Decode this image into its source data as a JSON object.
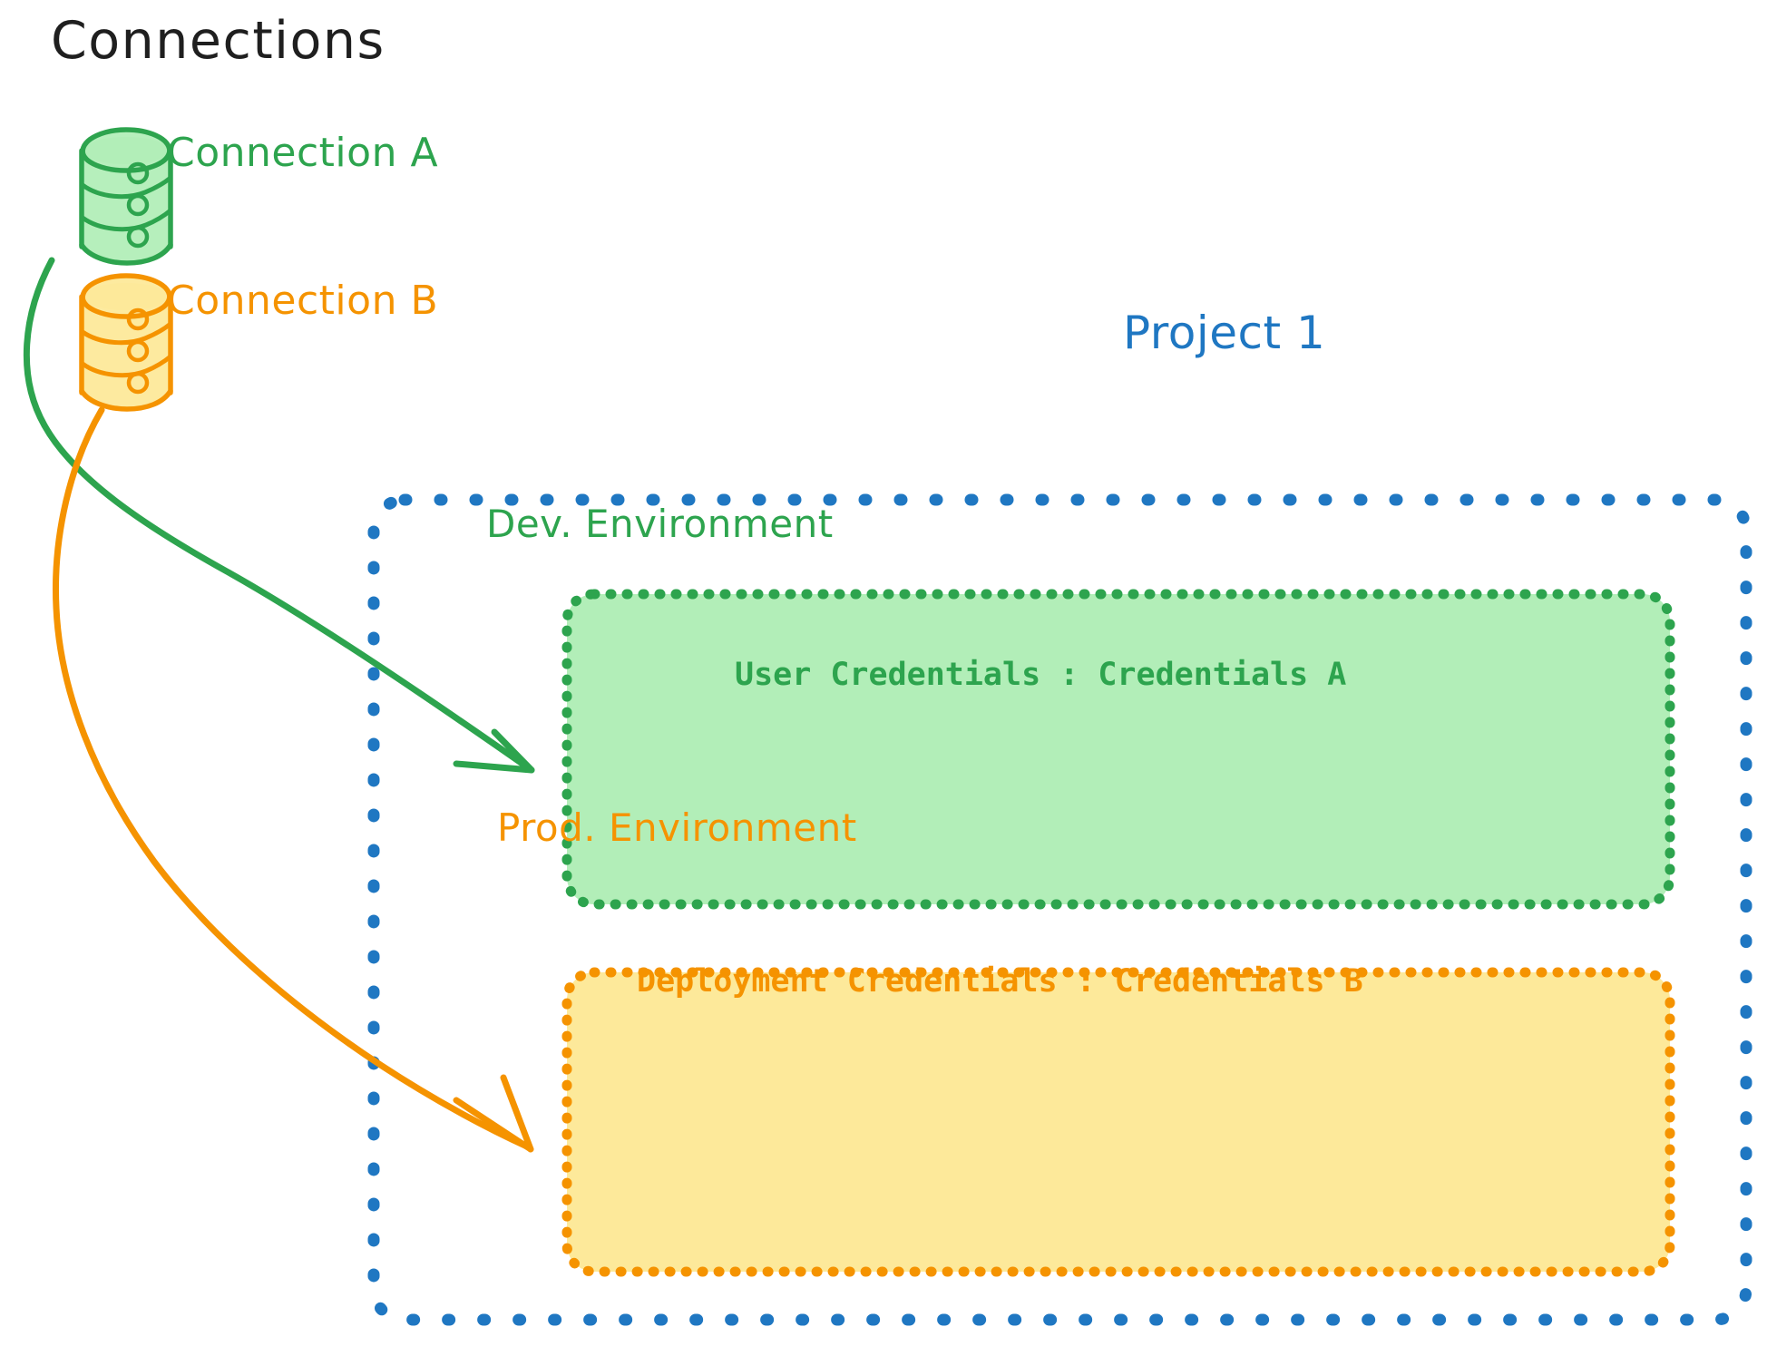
{
  "diagram": {
    "type": "architecture-diagram",
    "title": "Connections",
    "background": "#ffffff"
  },
  "connections": {
    "heading": "Connections",
    "items": [
      {
        "id": "connection-a",
        "label": "Connection A",
        "icon": "database-icon",
        "color": "#2da44e",
        "fill": "#b2eeb8",
        "target": "dev-environment"
      },
      {
        "id": "connection-b",
        "label": "Connection B",
        "icon": "database-icon",
        "color": "#f59300",
        "fill": "#fde99a",
        "target": "prod-environment"
      }
    ]
  },
  "project": {
    "label": "Project 1",
    "color": "#1f77c2",
    "border_style": "dotted",
    "environments": [
      {
        "id": "dev-environment",
        "title": "Dev. Environment",
        "credentials_label": "User Credentials : Credentials A",
        "credentials_key": "User Credentials",
        "credentials_value": "Credentials A",
        "color": "#2da44e",
        "fill": "#b2eeb8",
        "border_style": "dotted"
      },
      {
        "id": "prod-environment",
        "title": "Prod. Environment",
        "credentials_label": "Deployment Credentials : Credentials B",
        "credentials_key": "Deployment Credentials",
        "credentials_value": "Credentials B",
        "color": "#f59300",
        "fill": "#fde99a",
        "border_style": "dotted"
      }
    ]
  },
  "arrows": [
    {
      "id": "arrow-connection-a-to-dev",
      "from": "connection-a",
      "to": "dev-environment",
      "color": "#2da44e"
    },
    {
      "id": "arrow-connection-b-to-prod",
      "from": "connection-b",
      "to": "prod-environment",
      "color": "#f59300"
    }
  ],
  "colors": {
    "green_stroke": "#2da44e",
    "green_fill": "#b2eeb8",
    "orange_stroke": "#f59300",
    "orange_fill": "#fde99a",
    "blue_stroke": "#1f77c2",
    "title_black": "#1f1f1f"
  }
}
